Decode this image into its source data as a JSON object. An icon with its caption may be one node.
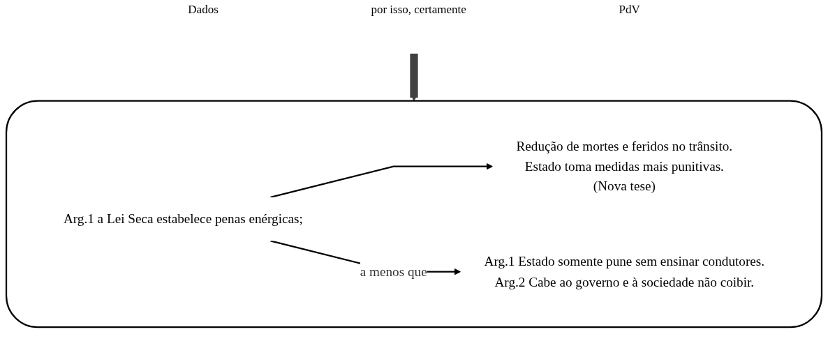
{
  "diagram": {
    "nodes": [
      {
        "text": [],
        "shape": "box"
      },
      {
        "text": [
          "Arg.1 a Lei Seca estabelece penas enérgicas;"
        ],
        "in": 0
      },
      {
        "text": [
          "Redução de mortes e feridos no trânsito.",
          "Estado toma medidas mais punitivas.",
          "(Nova tese)"
        ],
        "in": 0
      },
      {
        "text": [
          "Arg.1 Estado somente pune sem ensinar condutores.",
          "Arg.2 Cabe ao governo e à sociedade não coibir."
        ],
        "in": 0
      }
    ],
    "edges": [
      {
        "from": null,
        "to": 0,
        "arrow": "to",
        "style": "thick",
        "color": "#404040"
      },
      {
        "from": 1,
        "to": 2,
        "arrow": "to"
      },
      {
        "from": 1,
        "to": 3,
        "arrow": "to",
        "label": "a menos que"
      }
    ],
    "labels": [
      "Dados",
      "por isso, certamente",
      "PdV"
    ]
  }
}
